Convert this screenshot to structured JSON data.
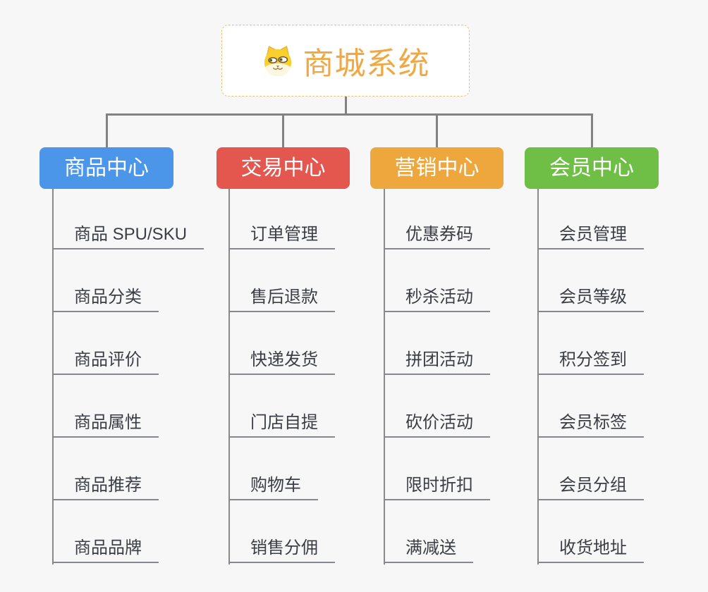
{
  "root": {
    "label": "商城系统",
    "icon": "doge-icon",
    "accent_color": "#EFA843",
    "border_color": "#F2C178"
  },
  "branches": [
    {
      "label": "商品中心",
      "color": "#4C96E9",
      "items": [
        "商品 SPU/SKU",
        "商品分类",
        "商品评价",
        "商品属性",
        "商品推荐",
        "商品品牌"
      ]
    },
    {
      "label": "交易中心",
      "color": "#E4574F",
      "items": [
        "订单管理",
        "售后退款",
        "快递发货",
        "门店自提",
        "购物车",
        "销售分佣"
      ]
    },
    {
      "label": "营销中心",
      "color": "#EDA73D",
      "items": [
        "优惠券码",
        "秒杀活动",
        "拼团活动",
        "砍价活动",
        "限时折扣",
        "满减送"
      ]
    },
    {
      "label": "会员中心",
      "color": "#6FBE45",
      "items": [
        "会员管理",
        "会员等级",
        "积分签到",
        "会员标签",
        "会员分组",
        "收货地址"
      ]
    }
  ],
  "connector_color": "#828282",
  "underline_color": "#85898E",
  "background_color": "#F7F7F7"
}
